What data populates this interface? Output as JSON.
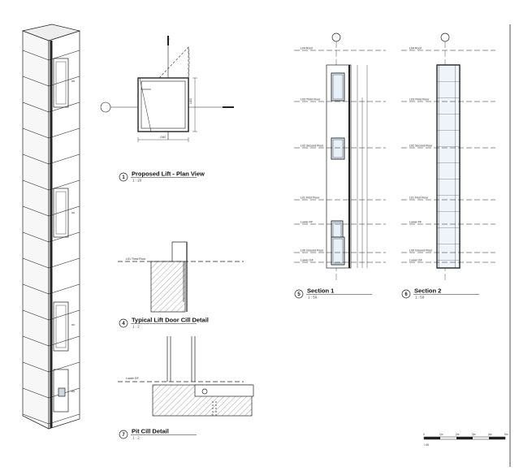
{
  "sheet": {
    "views": [
      {
        "id": "1",
        "title": "Proposed Lift - Plan View",
        "scale": "1 : 20"
      },
      {
        "id": "4",
        "title": "Typical Lift Door Cill Detail",
        "scale": "1 : 2"
      },
      {
        "id": "7",
        "title": "Pit Cill Detail",
        "scale": "1 : 2"
      },
      {
        "id": "5",
        "title": "Section 1",
        "scale": "1 : 50"
      },
      {
        "id": "6",
        "title": "Section 2",
        "scale": "1 : 50"
      }
    ],
    "levels": [
      "L04 Roof",
      "L03 Third Floor",
      "L02 Second Floor",
      "L01 First Floor",
      "Lower FF",
      "L00 Ground Floor",
      "Lower GF"
    ],
    "cill_level": "L01 Third Floor",
    "pit_level": "Lower GF",
    "plan_dims": [
      "1940",
      "1400"
    ],
    "scale_bar": {
      "label": "1:50",
      "ticks": [
        "0",
        "1m",
        "2m",
        "3m",
        "4m",
        "5m"
      ]
    }
  },
  "colors": {
    "line": "#111111",
    "glass": "#e8f0f8",
    "hatch": "#666666"
  }
}
